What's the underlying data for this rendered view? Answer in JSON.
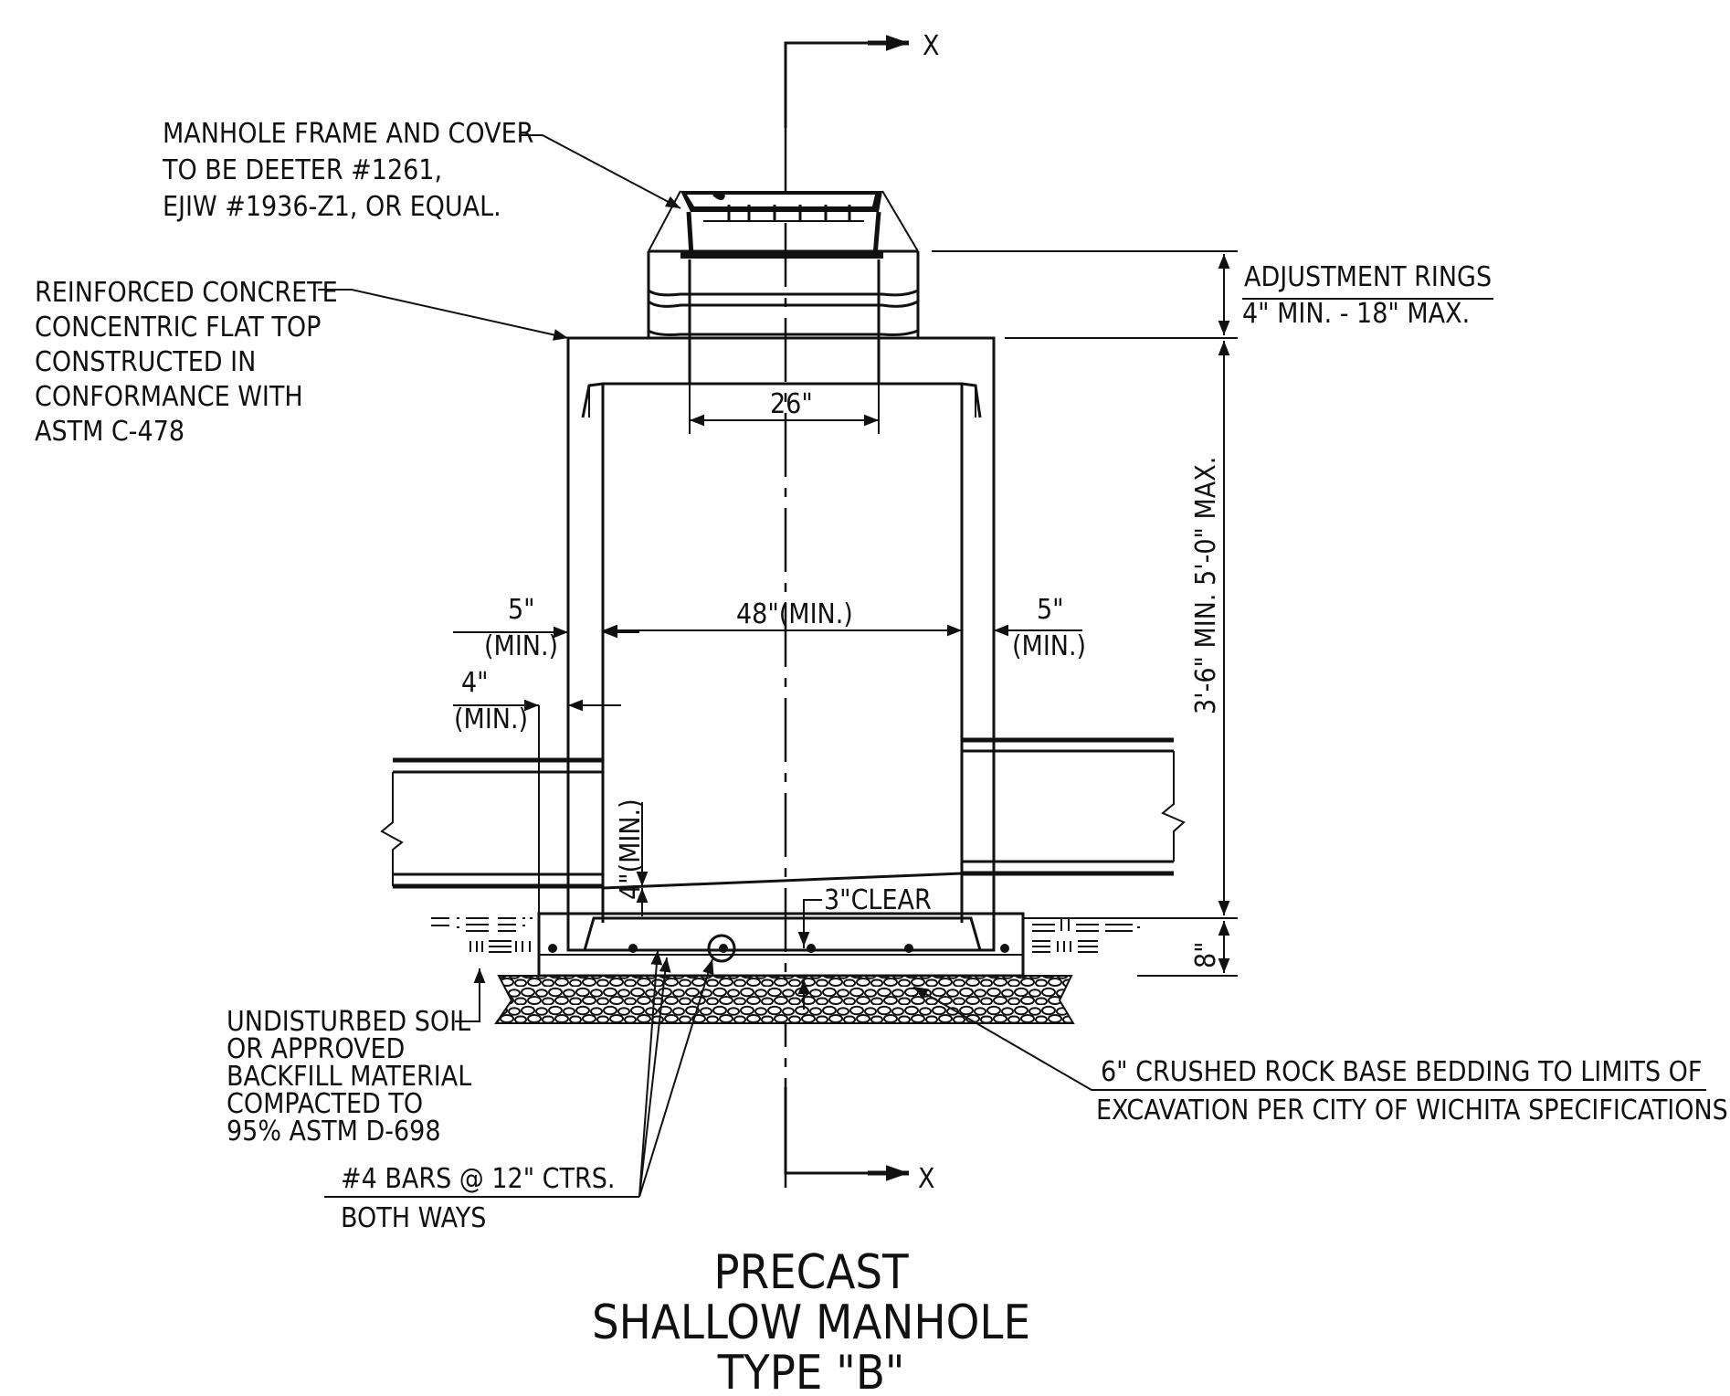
{
  "labels": {
    "frame_cover": [
      "MANHOLE FRAME AND COVER",
      "TO BE DEETER #1261,",
      "EJIW #1936-Z1, OR EQUAL."
    ],
    "flat_top": [
      "REINFORCED CONCRETE",
      "CONCENTRIC FLAT TOP",
      "CONSTRUCTED IN",
      "CONFORMANCE WITH",
      "ASTM C-478"
    ],
    "adjustment_rings": [
      "ADJUSTMENT RINGS",
      "4\" MIN. - 18\" MAX."
    ],
    "height": "3'-6\" MIN. 5'-0\" MAX.",
    "opening": "26\"",
    "inside_diameter": "48\"(MIN.)",
    "wall_left": [
      "5\"",
      "(MIN.)"
    ],
    "wall_right": [
      "5\"",
      "(MIN.)"
    ],
    "pipe_left": [
      "4\"",
      "(MIN.)"
    ],
    "invert": "4\"(MIN.)",
    "clear": "3\"CLEAR",
    "slab": "8\"",
    "soil": [
      "UNDISTURBED SOIL",
      "OR APPROVED",
      "BACKFILL MATERIAL",
      "COMPACTED TO",
      "95% ASTM D-698"
    ],
    "bedding": [
      "6\" CRUSHED ROCK BASE BEDDING TO LIMITS OF",
      "EXCAVATION PER CITY OF WICHITA SPECIFICATIONS"
    ],
    "bars": [
      "#4 BARS @ 12\" CTRS.",
      "BOTH WAYS"
    ],
    "section_top": "X",
    "section_bottom": "X"
  },
  "title": [
    "PRECAST",
    "SHALLOW MANHOLE",
    "TYPE \"B\""
  ]
}
